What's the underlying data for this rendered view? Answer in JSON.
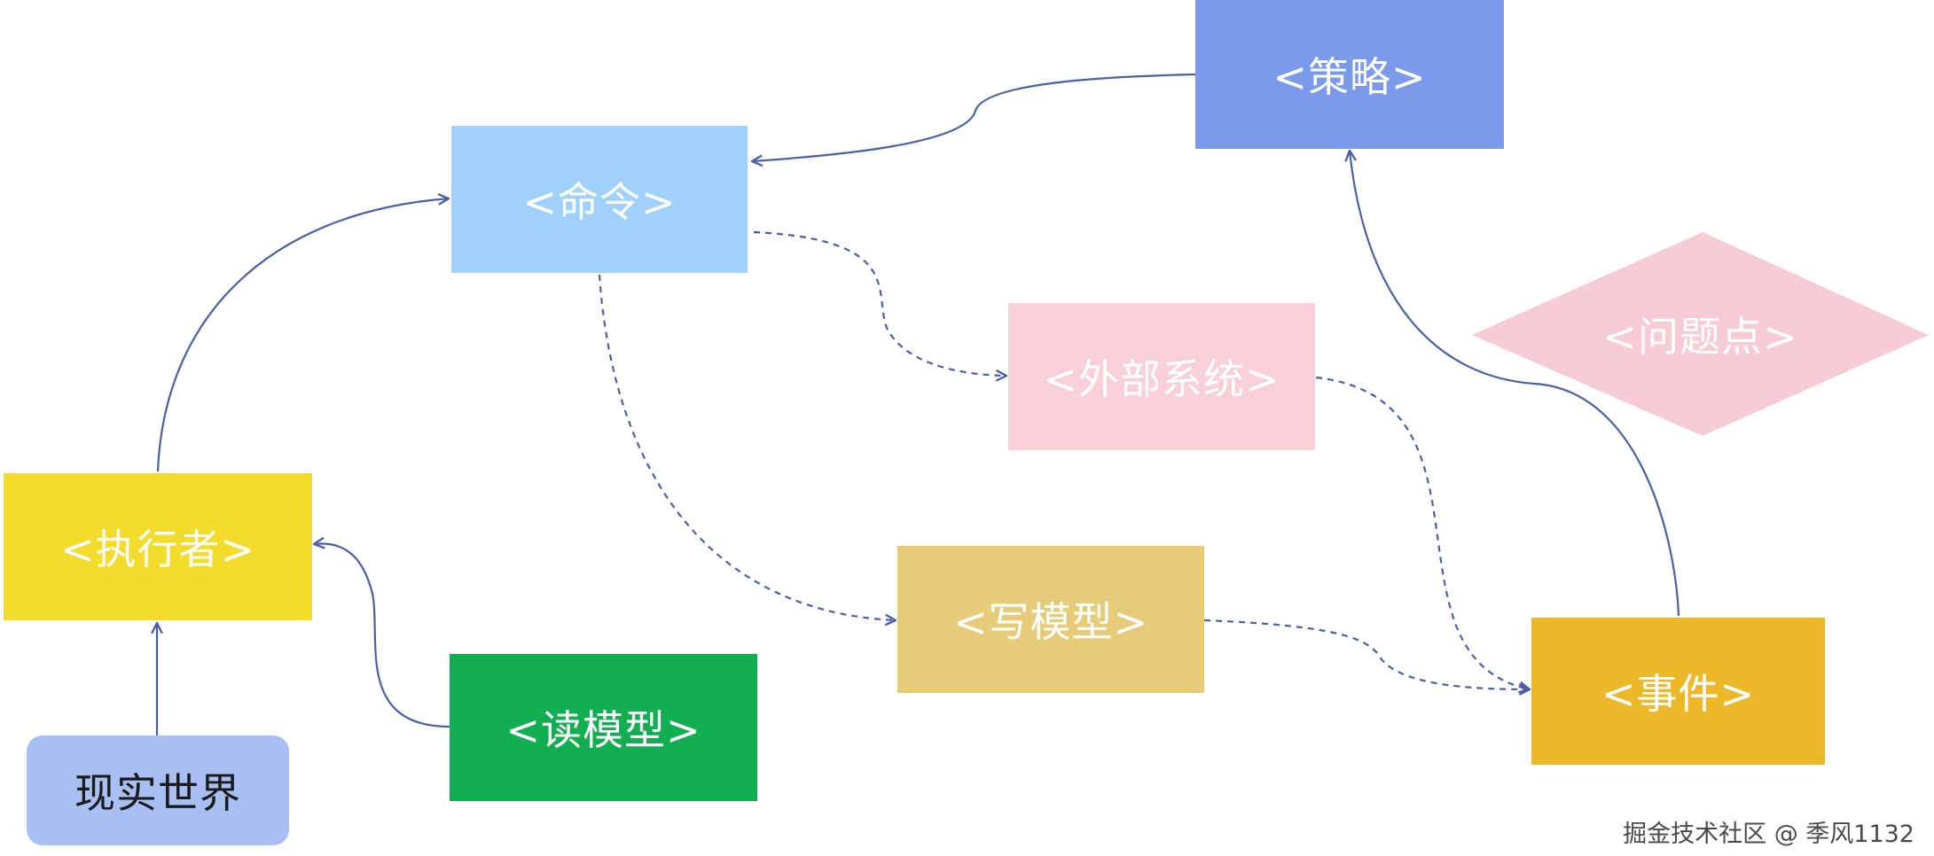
{
  "diagram": {
    "nodes": {
      "strategy": {
        "label": "<策略>",
        "color": "#7b9aeb"
      },
      "command": {
        "label": "<命令>",
        "color": "#9fd1fb"
      },
      "external_system": {
        "label": "<外部系统>",
        "color": "#f8d0d8"
      },
      "problem": {
        "label": "<问题点>",
        "color": "#f8ccd4"
      },
      "actor": {
        "label": "<执行者>",
        "color": "#f4dc2c"
      },
      "write_model": {
        "label": "<写模型>",
        "color": "#e6cc78"
      },
      "event": {
        "label": "<事件>",
        "color": "#ecb828"
      },
      "read_model": {
        "label": "<读模型>",
        "color": "#11ae52"
      },
      "real_world": {
        "label": "现实世界",
        "color": "#a8bff4"
      }
    },
    "link_color": "#4a5fa8"
  },
  "watermark": "掘金技术社区 @ 季风1132"
}
